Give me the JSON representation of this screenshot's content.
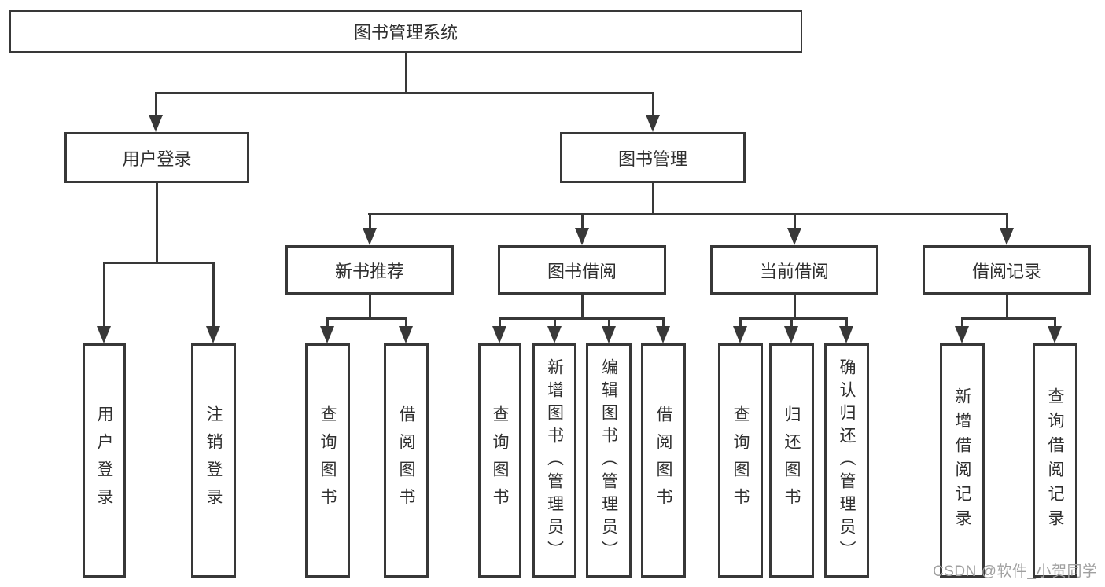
{
  "diagram": {
    "root": {
      "label": "图书管理系统"
    },
    "branches": [
      {
        "label": "用户登录",
        "children": [
          {
            "label": "用户登录"
          },
          {
            "label": "注销登录"
          }
        ]
      },
      {
        "label": "图书管理",
        "children": [
          {
            "label": "新书推荐",
            "children": [
              {
                "label": "查询图书"
              },
              {
                "label": "借阅图书"
              }
            ]
          },
          {
            "label": "图书借阅",
            "children": [
              {
                "label": "查询图书"
              },
              {
                "label": "新增图书（管理员）"
              },
              {
                "label": "编辑图书（管理员）"
              },
              {
                "label": "借阅图书"
              }
            ]
          },
          {
            "label": "当前借阅",
            "children": [
              {
                "label": "查询图书"
              },
              {
                "label": "归还图书"
              },
              {
                "label": "确认归还（管理员）"
              }
            ]
          },
          {
            "label": "借阅记录",
            "children": [
              {
                "label": "新增借阅记录"
              },
              {
                "label": "查询借阅记录"
              }
            ]
          }
        ]
      }
    ],
    "watermark": "CSDN @软件_小贺同学",
    "colors": {
      "line": "#383838",
      "text": "#2f2f2f",
      "watermark": "#a0a0a0",
      "background": "#ffffff"
    }
  }
}
